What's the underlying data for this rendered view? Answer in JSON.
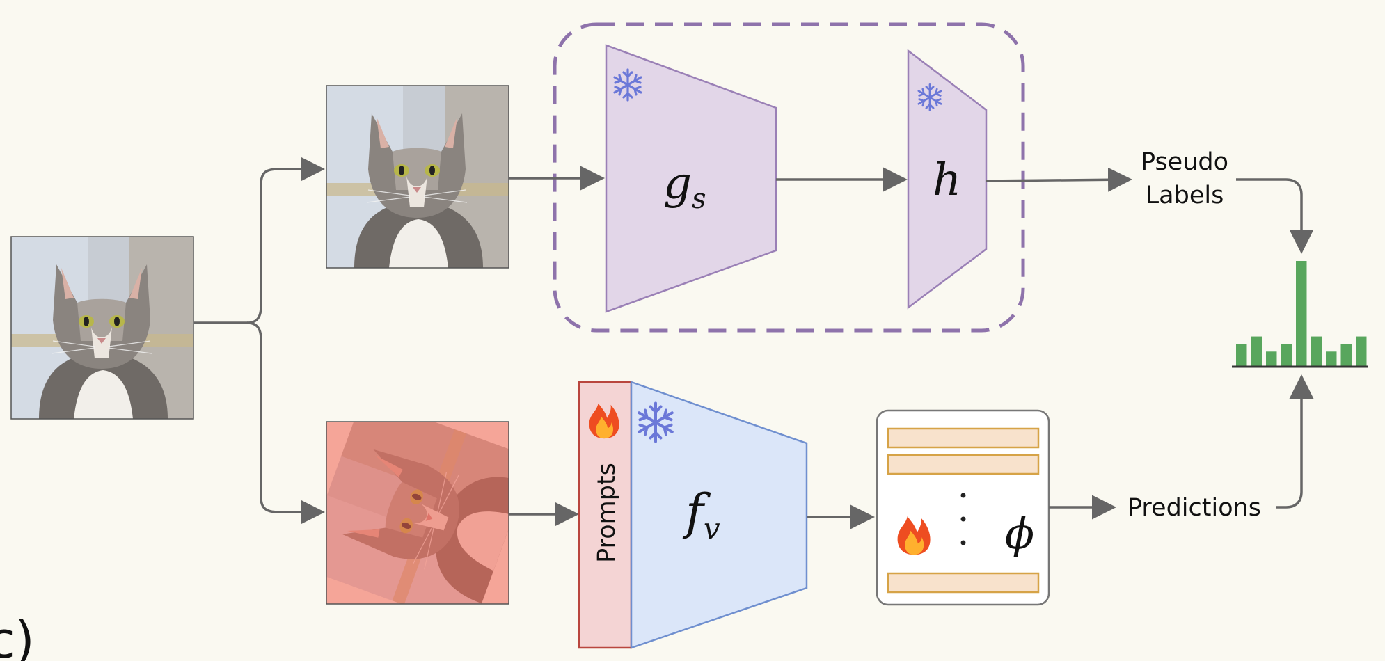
{
  "panel_label": "c)",
  "modules": {
    "g_s": {
      "symbol": "g",
      "subscript": "s",
      "frozen": true
    },
    "h": {
      "symbol": "h",
      "frozen": true
    },
    "f_v": {
      "symbol": "f",
      "subscript": "v",
      "frozen": true
    },
    "prompts": {
      "label": "Prompts",
      "trainable": true
    },
    "phi": {
      "symbol": "ϕ",
      "trainable": true,
      "dots": "⋮"
    }
  },
  "labels": {
    "pseudo_line1": "Pseudo",
    "pseudo_line2": "Labels",
    "predictions": "Predictions"
  },
  "histogram": {
    "values": [
      3,
      4,
      2,
      3,
      14,
      4,
      2,
      3,
      4
    ]
  },
  "icons": {
    "snowflake": "snowflake-icon",
    "fire": "fire-icon",
    "cat_photo": "cat-photo-icon"
  },
  "colors": {
    "background": "#faf9f1",
    "teacher_fill": "#e2d6e8",
    "teacher_stroke": "#9a80b6",
    "dashed_box": "#8e73ab",
    "student_fill": "#dbe6f9",
    "student_stroke": "#6f8fcf",
    "prompts_fill": "#f4d4d4",
    "prompts_stroke": "#b9463e",
    "head_bar_fill": "#f8e2cc",
    "head_bar_stroke": "#d6a347",
    "arrow": "#666666",
    "histogram": "#58a65d",
    "snowflake": "#6b78d8",
    "augmented_tint": "#f0604f"
  }
}
